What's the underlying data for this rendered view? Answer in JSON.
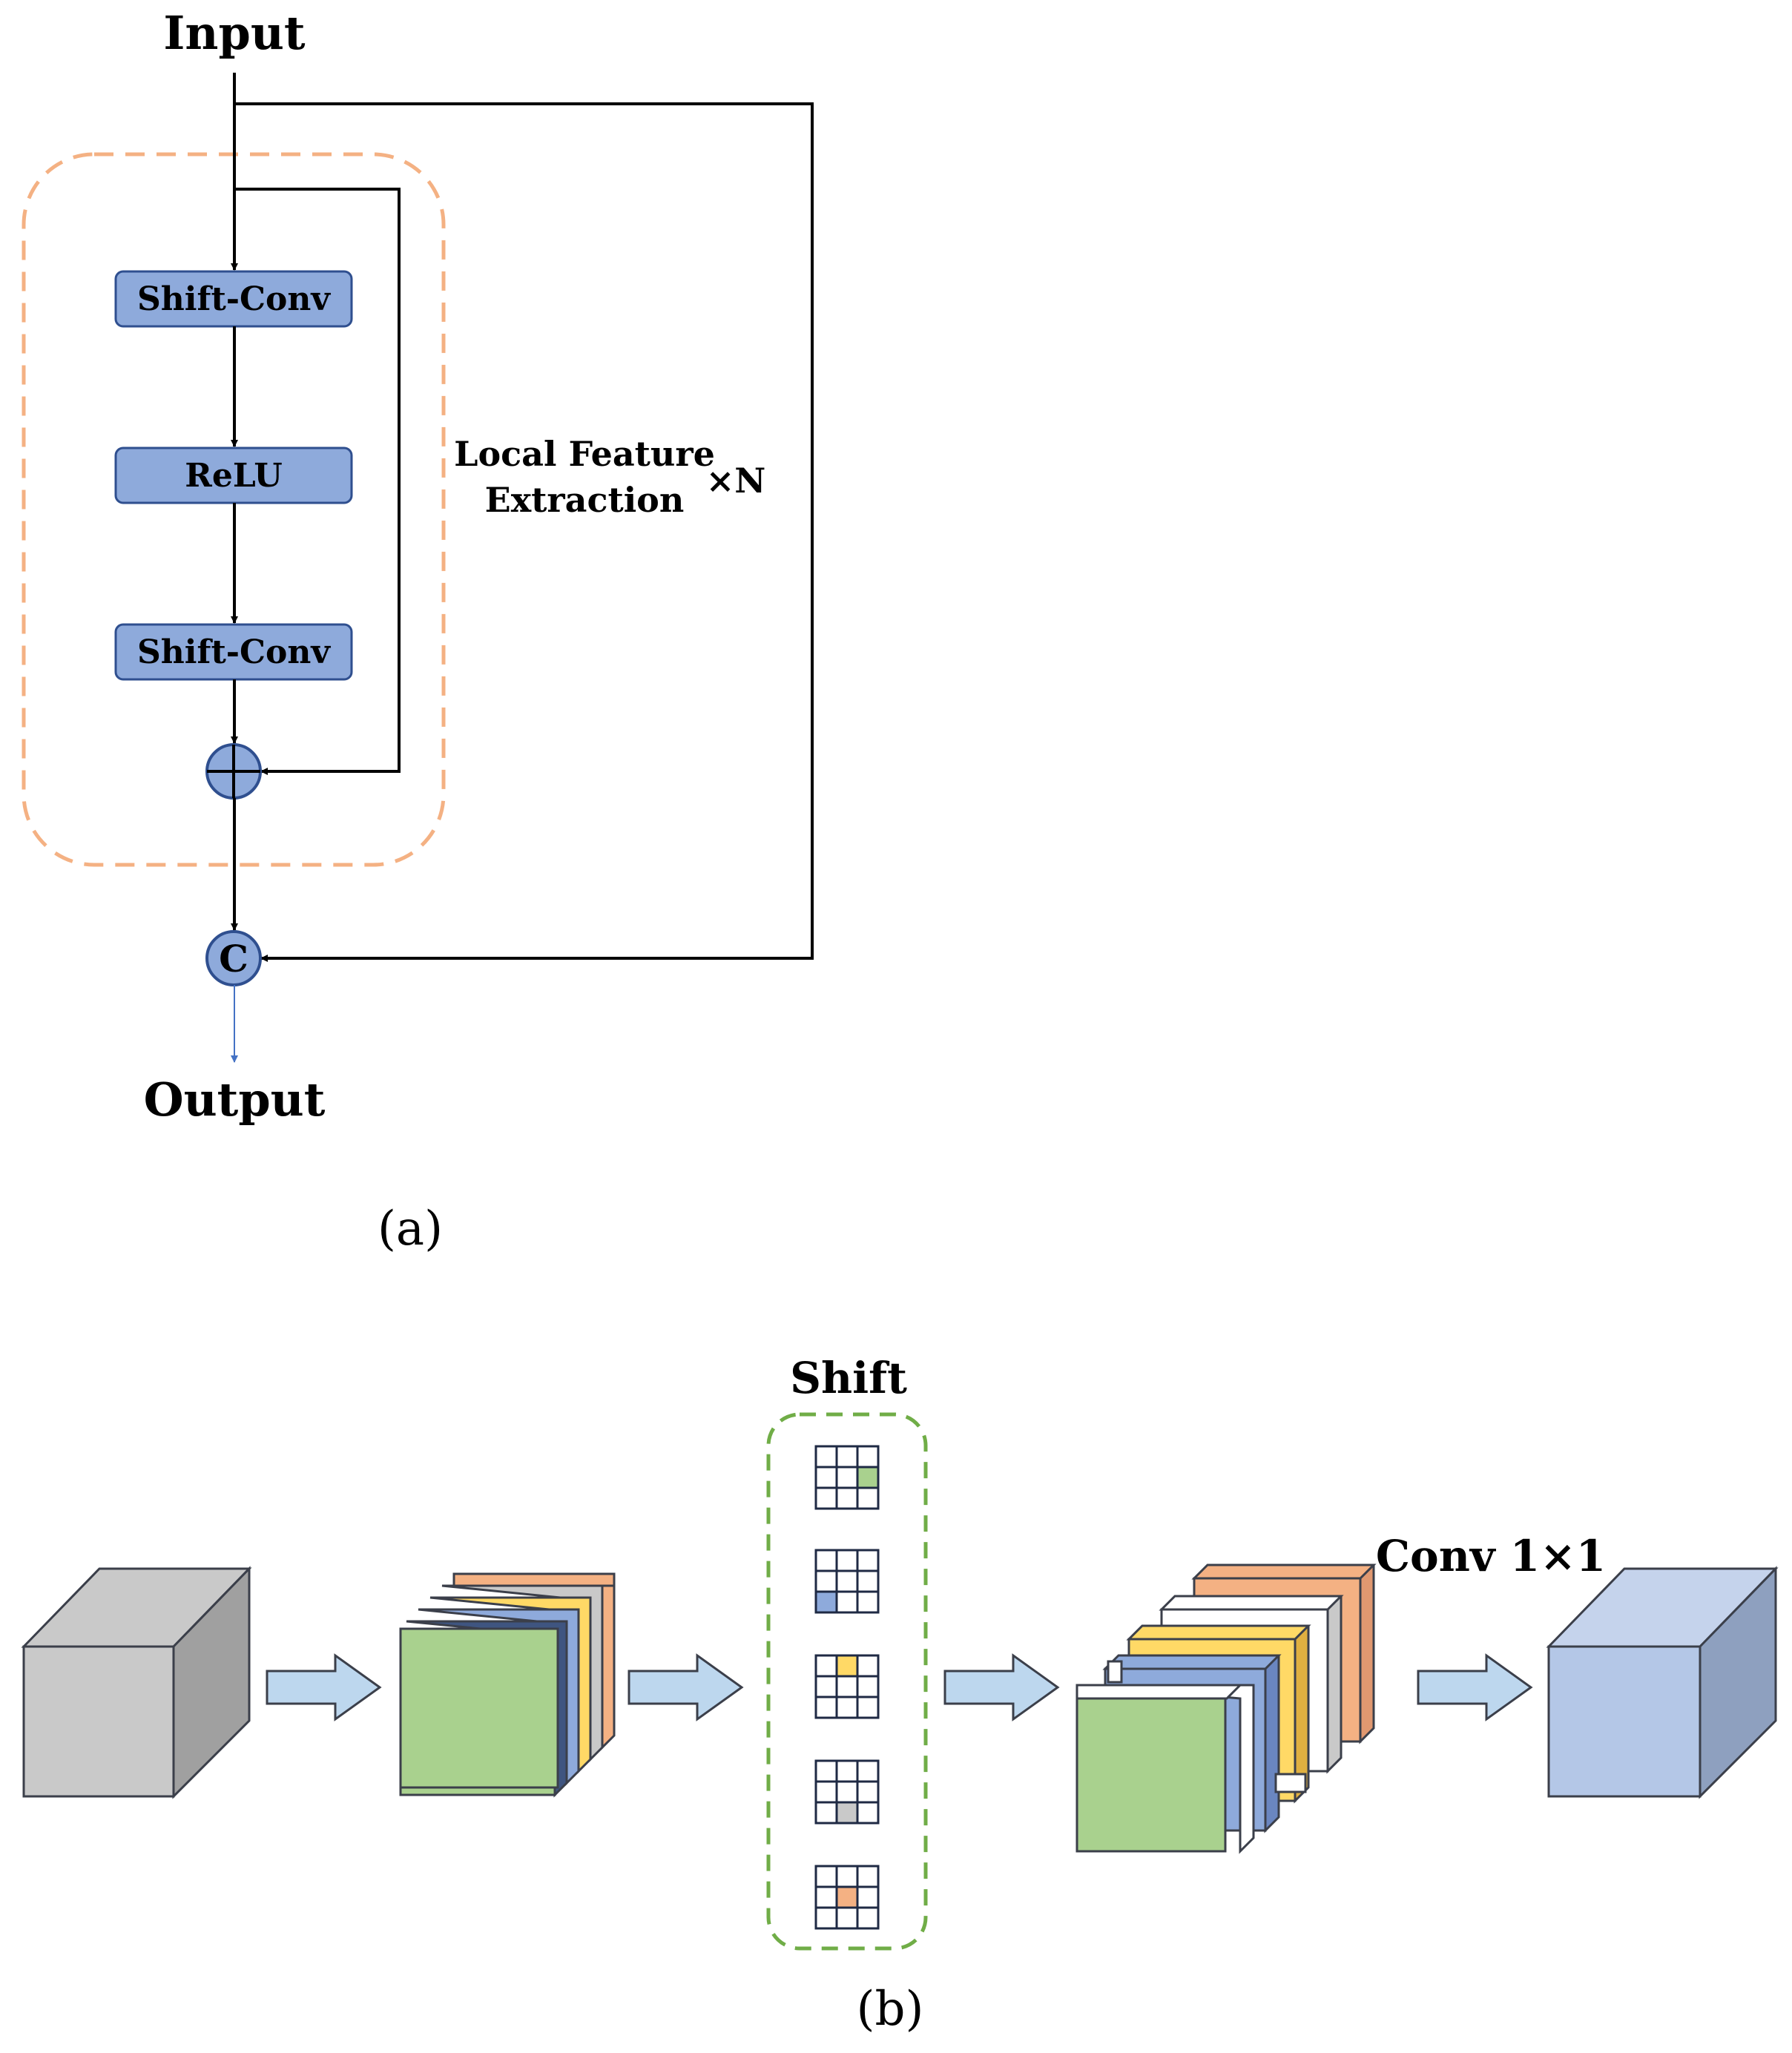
{
  "panel_a": {
    "input_label": "Input",
    "output_label": "Output",
    "blocks": [
      "Shift-Conv",
      "ReLU",
      "Shift-Conv"
    ],
    "concat_symbol": "C",
    "group_label_line1": "Local Feature",
    "group_label_line2": "Extraction",
    "repeat_label": "×N",
    "caption": "(a)",
    "colors": {
      "block_fill": "#8eaadb",
      "block_stroke": "#2f4f8f",
      "group_dash": "#f4b183"
    }
  },
  "panel_b": {
    "shift_label": "Shift",
    "conv_label": "Conv 1×1",
    "caption": "(b)",
    "colors": {
      "input_cube": "#c9c9c9",
      "green": "#a9d18e",
      "blue": "#8eaadb",
      "yellow": "#ffd966",
      "gray": "#c9c9c9",
      "orange": "#f4b183",
      "output_cube": "#b4c7e7",
      "arrow": "#bdd7ee",
      "shift_dash": "#70ad47"
    }
  }
}
